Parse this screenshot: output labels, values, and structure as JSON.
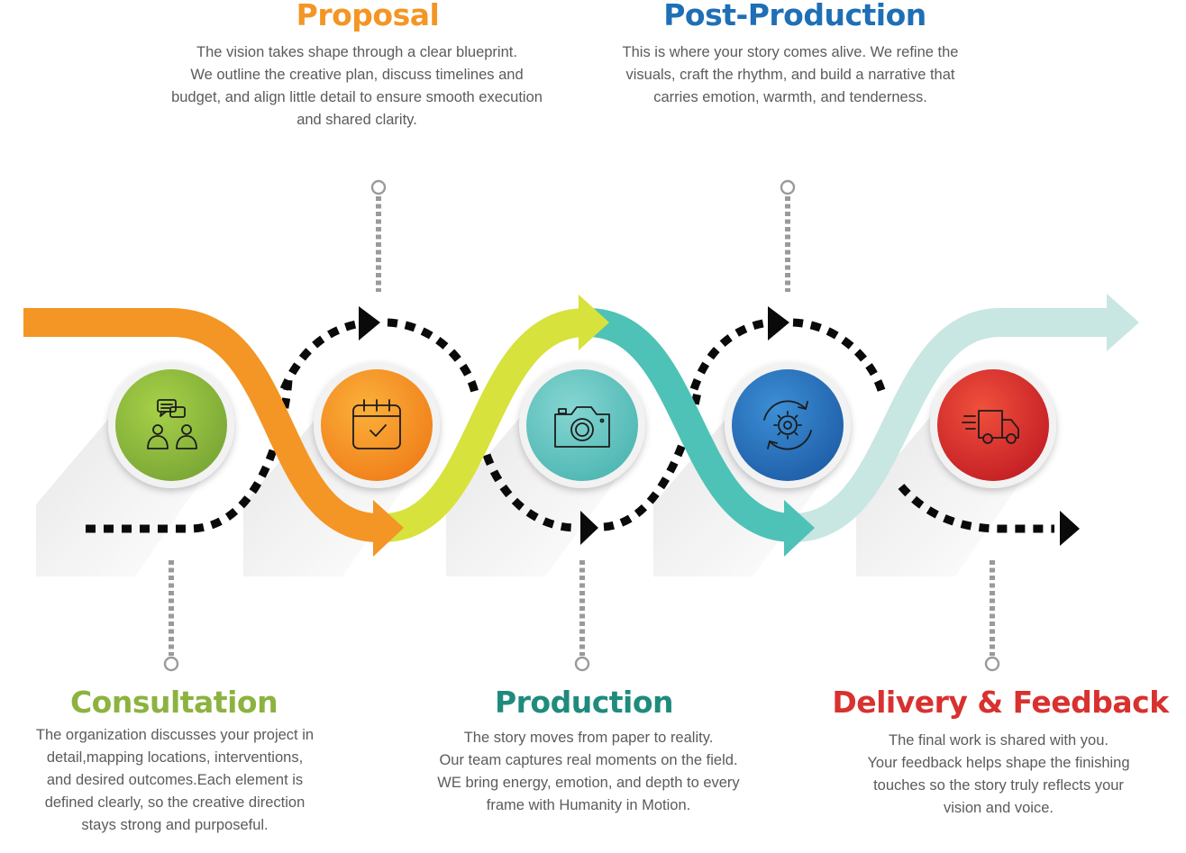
{
  "steps": [
    {
      "key": "consultation",
      "title": "Consultation",
      "color": "#8cb33f",
      "icon": "consultation-people-chat-icon",
      "lines": [
        "The organization discusses your project in",
        "detail,mapping locations, interventions,",
        "and desired outcomes.Each element is",
        "defined clearly, so the creative direction",
        "stays strong and purposeful."
      ]
    },
    {
      "key": "proposal",
      "title": "Proposal",
      "color": "#f39625",
      "icon": "calendar-check-icon",
      "lines": [
        "The vision takes shape through a clear blueprint.",
        "We outline the creative plan, discuss timelines and",
        "budget, and align little detail to ensure smooth execution",
        "and shared clarity."
      ]
    },
    {
      "key": "production",
      "title": "Production",
      "color": "#1f8b7d",
      "icon": "camera-icon",
      "lines": [
        "The story moves from paper to reality.",
        "Our team captures real moments on the field.",
        "WE bring energy, emotion, and depth to every",
        "frame with Humanity in Motion."
      ]
    },
    {
      "key": "post_production",
      "title": "Post-Production",
      "color": "#1f6fb6",
      "icon": "gear-cycle-icon",
      "lines": [
        "This is where your story comes alive. We refine the",
        "visuals, craft the rhythm, and build a narrative that",
        "carries emotion, warmth, and tenderness."
      ]
    },
    {
      "key": "delivery",
      "title": "Delivery & Feedback",
      "color": "#d8312f",
      "icon": "delivery-truck-icon",
      "lines": [
        "The final work is shared with you.",
        "Your feedback helps shape the finishing",
        "touches so the story truly reflects your",
        "vision and voice."
      ]
    }
  ],
  "ribbon_colors": [
    "#f39625",
    "#d7e23c",
    "#4ec2b6",
    "#c8e6e2"
  ],
  "circle_gradients": [
    [
      "#a7d148",
      "#7aa736"
    ],
    [
      "#fbb03b",
      "#f07f1a"
    ],
    [
      "#86d6d2",
      "#4fb7b3"
    ],
    [
      "#3c8fd6",
      "#1f5fa8"
    ],
    [
      "#f0503c",
      "#c41f25"
    ]
  ]
}
